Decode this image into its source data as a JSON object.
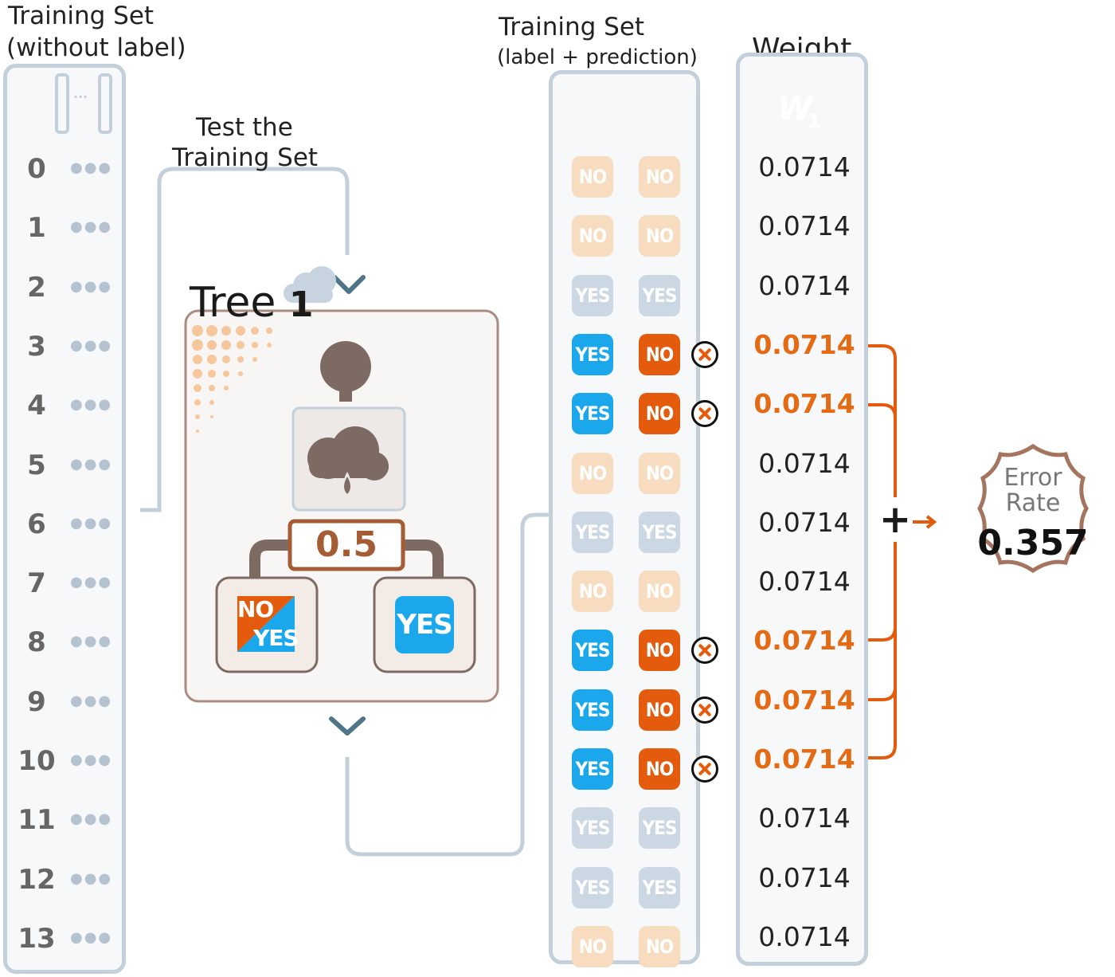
{
  "left_panel": {
    "title_line1": "Training Set",
    "title_line2": "(without label)",
    "indices": [
      "0",
      "1",
      "2",
      "3",
      "4",
      "5",
      "6",
      "7",
      "8",
      "9",
      "10",
      "11",
      "12",
      "13"
    ]
  },
  "test_label": {
    "line1": "Test the",
    "line2": "Training Set"
  },
  "tree": {
    "title": "Tree",
    "number": "1",
    "threshold": "0.5",
    "left_leaf_top": "NO",
    "left_leaf_bottom": "YES",
    "right_leaf": "YES"
  },
  "prediction_panel": {
    "title_line1": "Training Set",
    "title_line2": "(label + prediction)",
    "rows": [
      {
        "label": "NO",
        "prediction": "NO",
        "error": false
      },
      {
        "label": "NO",
        "prediction": "NO",
        "error": false
      },
      {
        "label": "YES",
        "prediction": "YES",
        "error": false
      },
      {
        "label": "YES",
        "prediction": "NO",
        "error": true
      },
      {
        "label": "YES",
        "prediction": "NO",
        "error": true
      },
      {
        "label": "NO",
        "prediction": "NO",
        "error": false
      },
      {
        "label": "YES",
        "prediction": "YES",
        "error": false
      },
      {
        "label": "NO",
        "prediction": "NO",
        "error": false
      },
      {
        "label": "YES",
        "prediction": "NO",
        "error": true
      },
      {
        "label": "YES",
        "prediction": "NO",
        "error": true
      },
      {
        "label": "YES",
        "prediction": "NO",
        "error": true
      },
      {
        "label": "YES",
        "prediction": "YES",
        "error": false
      },
      {
        "label": "YES",
        "prediction": "YES",
        "error": false
      },
      {
        "label": "NO",
        "prediction": "NO",
        "error": false
      }
    ]
  },
  "weight_panel": {
    "title": "Weight",
    "icon_letter": "W",
    "icon_sub": "1",
    "values": [
      "0.0714",
      "0.0714",
      "0.0714",
      "0.0714",
      "0.0714",
      "0.0714",
      "0.0714",
      "0.0714",
      "0.0714",
      "0.0714",
      "0.0714",
      "0.0714",
      "0.0714",
      "0.0714"
    ]
  },
  "sum_symbol": "+",
  "error_rate": {
    "line1": "Error",
    "line2": "Rate",
    "value": "0.357"
  },
  "colors": {
    "panel_border": "#c3d0dc",
    "orange": "#e45b0e",
    "blue": "#1aa7ec",
    "brown": "#7d6a63"
  }
}
